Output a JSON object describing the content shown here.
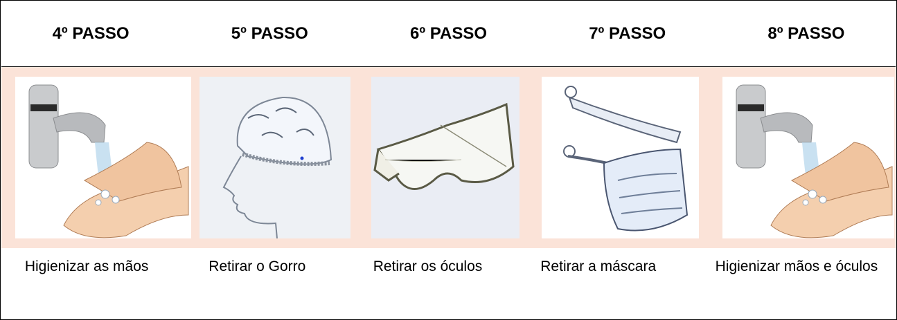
{
  "steps": [
    {
      "title": "4º PASSO",
      "caption": "Higienizar as mãos",
      "icon": "hand-washing-icon"
    },
    {
      "title": "5º PASSO",
      "caption": "Retirar o Gorro",
      "icon": "surgical-cap-icon"
    },
    {
      "title": "6º PASSO",
      "caption": "Retirar os óculos",
      "icon": "safety-goggles-icon"
    },
    {
      "title": "7º PASSO",
      "caption": "Retirar a máscara",
      "icon": "face-mask-icon"
    },
    {
      "title": "8º PASSO",
      "caption": "Higienizar mãos e óculos",
      "icon": "hand-washing-icon"
    }
  ],
  "colors": {
    "band": "#fbe3d8",
    "border": "#000000"
  }
}
